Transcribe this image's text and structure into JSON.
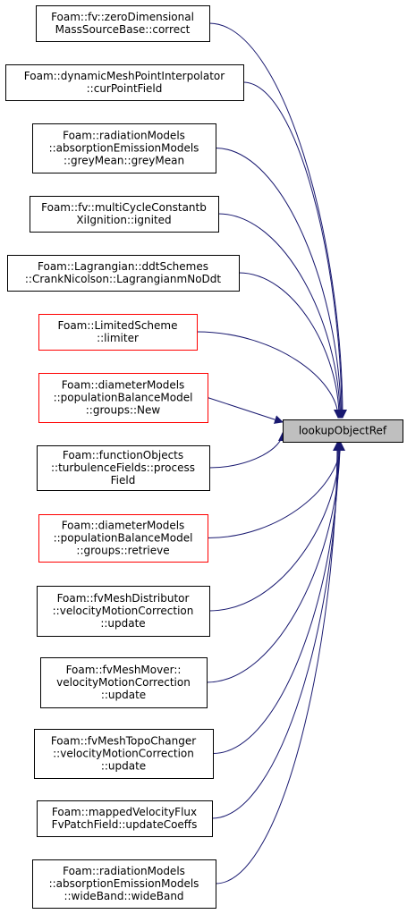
{
  "target": {
    "lines": [
      "lookupObjectRef"
    ],
    "fill": "#bfbfbf",
    "border": "#000000"
  },
  "colors": {
    "edge": "#191970",
    "normal_border": "#000000",
    "red_border": "#ff0000",
    "node_fill": "#ffffff"
  },
  "callers": [
    {
      "lines": [
        "Foam::fv::zeroDimensional",
        "MassSourceBase::correct"
      ],
      "border": "black"
    },
    {
      "lines": [
        "Foam::dynamicMeshPointInterpolator",
        "::curPointField"
      ],
      "border": "black"
    },
    {
      "lines": [
        "Foam::radiationModels",
        "::absorptionEmissionModels",
        "::greyMean::greyMean"
      ],
      "border": "black"
    },
    {
      "lines": [
        "Foam::fv::multiCycleConstantb",
        "XiIgnition::ignited"
      ],
      "border": "black"
    },
    {
      "lines": [
        "Foam::Lagrangian::ddtSchemes",
        "::CrankNicolson::LagrangianmNoDdt"
      ],
      "border": "black"
    },
    {
      "lines": [
        "Foam::LimitedScheme",
        "::limiter"
      ],
      "border": "red"
    },
    {
      "lines": [
        "Foam::diameterModels",
        "::populationBalanceModel",
        "::groups::New"
      ],
      "border": "red"
    },
    {
      "lines": [
        "Foam::functionObjects",
        "::turbulenceFields::process",
        "Field"
      ],
      "border": "black"
    },
    {
      "lines": [
        "Foam::diameterModels",
        "::populationBalanceModel",
        "::groups::retrieve"
      ],
      "border": "red"
    },
    {
      "lines": [
        "Foam::fvMeshDistributor",
        "::velocityMotionCorrection",
        "::update"
      ],
      "border": "black"
    },
    {
      "lines": [
        "Foam::fvMeshMover::",
        "velocityMotionCorrection",
        "::update"
      ],
      "border": "black"
    },
    {
      "lines": [
        "Foam::fvMeshTopoChanger",
        "::velocityMotionCorrection",
        "::update"
      ],
      "border": "black"
    },
    {
      "lines": [
        "Foam::mappedVelocityFlux",
        "FvPatchField::updateCoeffs"
      ],
      "border": "black"
    },
    {
      "lines": [
        "Foam::radiationModels",
        "::absorptionEmissionModels",
        "::wideBand::wideBand"
      ],
      "border": "black"
    }
  ]
}
